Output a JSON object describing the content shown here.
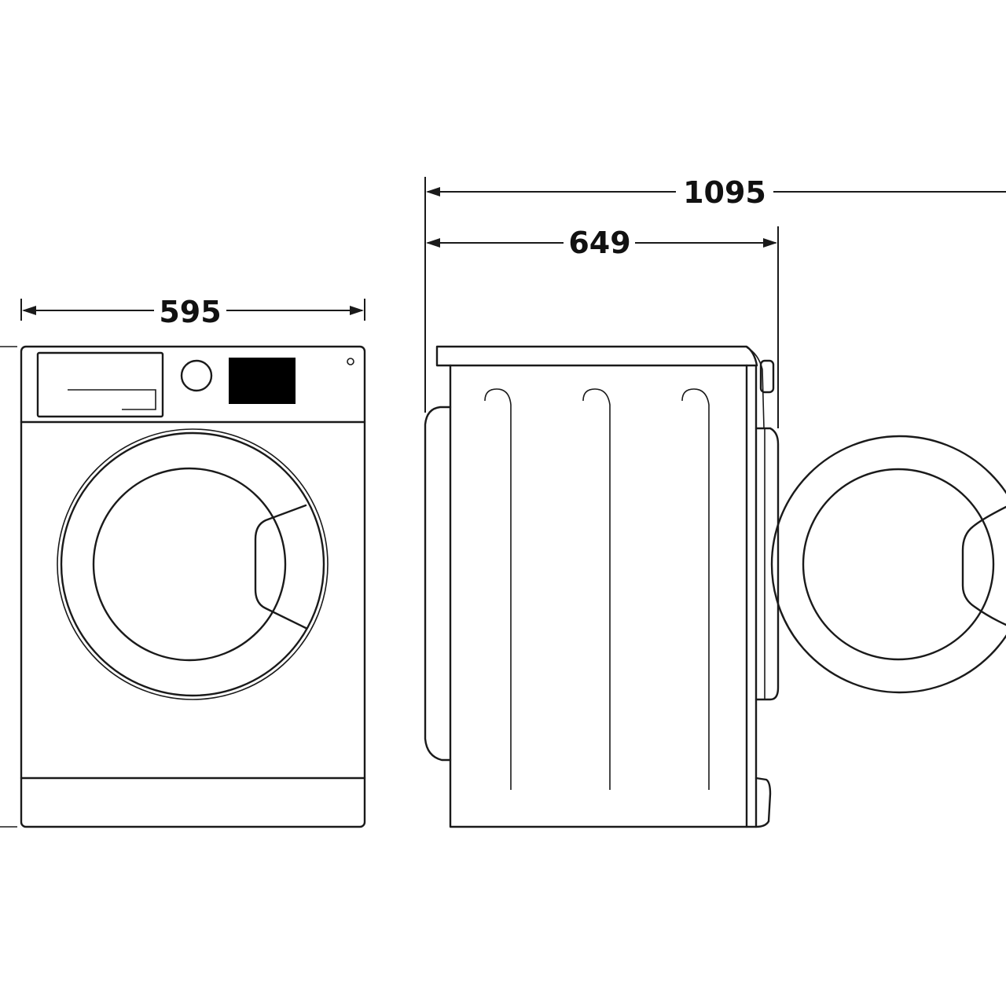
{
  "dimensions": {
    "width": "595",
    "depth": "649",
    "depth_door_open": "1095"
  },
  "colors": {
    "line": "#1a1a1a",
    "display": "#000000",
    "background": "#ffffff"
  },
  "icons": [
    "program-knob-icon",
    "display-panel-icon",
    "power-indicator-icon",
    "door-handle-icon"
  ]
}
